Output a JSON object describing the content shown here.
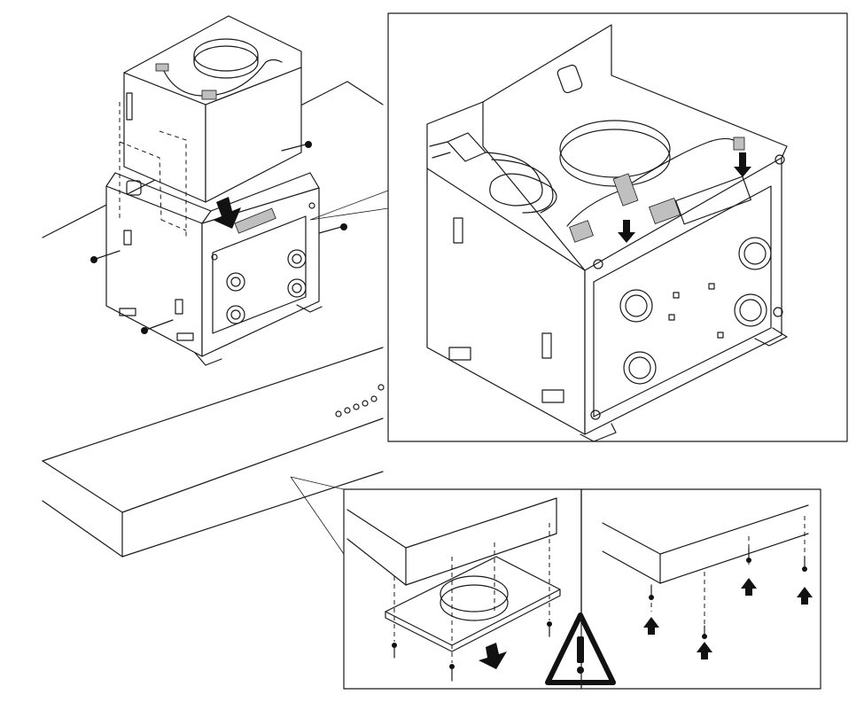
{
  "figure": {
    "kind": "installation-diagram",
    "colors": {
      "line": "#1a1a1a",
      "fill": "#ffffff",
      "arrow": "#111111",
      "panel_border": "#1a1a1a"
    },
    "panels": [
      {
        "name": "main-assembly",
        "shows": [
          "hood",
          "chimney-support-frame",
          "motor-box",
          "screws",
          "down-arrow"
        ]
      },
      {
        "name": "detail-inset",
        "shows": [
          "power-plug-cable",
          "connector-clip",
          "arrows"
        ]
      },
      {
        "name": "bottom-left-inset",
        "shows": [
          "flange-plate",
          "screws",
          "down-arrow",
          "warning-sign"
        ]
      },
      {
        "name": "bottom-right-inset",
        "shows": [
          "hood-bottom",
          "screws",
          "up-arrows"
        ]
      }
    ],
    "icons": [
      "warning-triangle-icon",
      "arrow-down-icon",
      "arrow-up-icon",
      "screw-icon"
    ]
  }
}
